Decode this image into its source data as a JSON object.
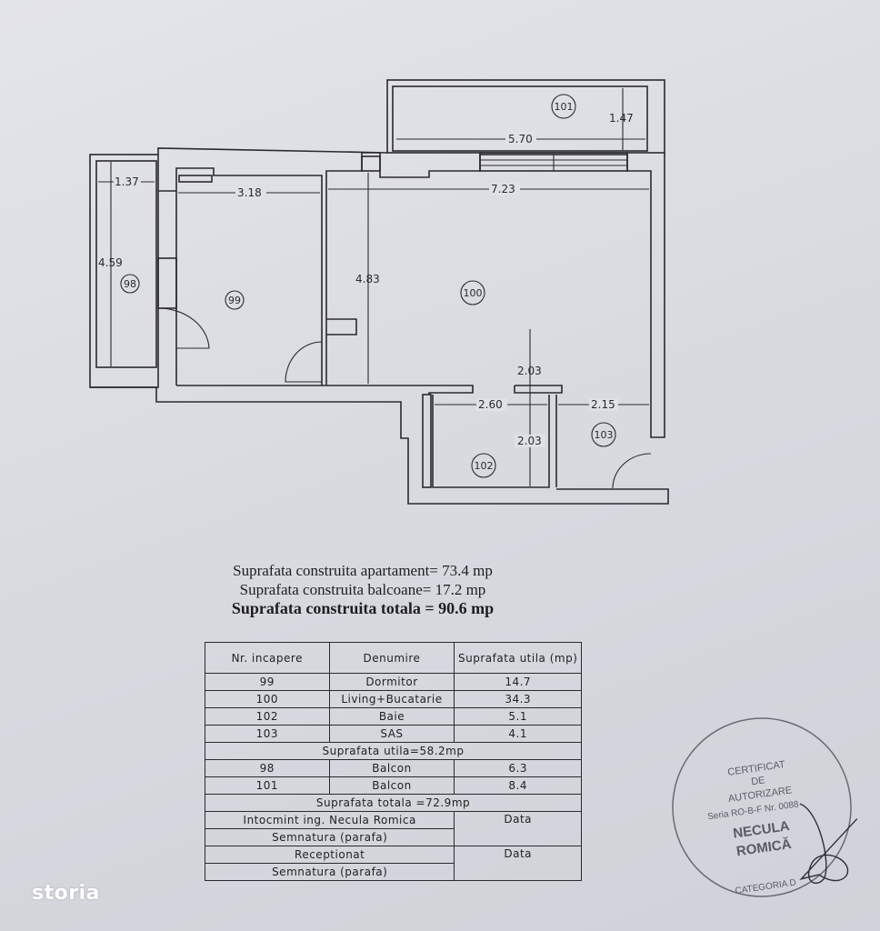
{
  "plan": {
    "rooms": {
      "r98": "98",
      "r99": "99",
      "r100": "100",
      "r101": "101",
      "r102": "102",
      "r103": "103"
    },
    "dimensions": {
      "balcony101_height": "1.47",
      "balcony101_width": "5.70",
      "balcony98_width": "1.37",
      "balcony98_height": "4.59",
      "room99_width": "3.18",
      "room100_width": "7.23",
      "room100_height": "4.83",
      "hall_height": "2.03",
      "bath_width": "2.60",
      "sas_width": "2.15",
      "bath_height": "2.03"
    }
  },
  "summary": {
    "apartment": "Suprafata construita apartament= 73.4 mp",
    "balconies": "Suprafata construita balcoane= 17.2 mp",
    "total": "Suprafata construita totala = 90.6 mp"
  },
  "table": {
    "headers": [
      "Nr. incapere",
      "Denumire",
      "Suprafata utila (mp)"
    ],
    "rooms": [
      [
        "99",
        "Dormitor",
        "14.7"
      ],
      [
        "100",
        "Living+Bucatarie",
        "34.3"
      ],
      [
        "102",
        "Baie",
        "5.1"
      ],
      [
        "103",
        "SAS",
        "4.1"
      ]
    ],
    "useful_total": "Suprafata utila=58.2mp",
    "balconies": [
      [
        "98",
        "Balcon",
        "6.3"
      ],
      [
        "101",
        "Balcon",
        "8.4"
      ]
    ],
    "grand_total": "Suprafata totala =72.9mp",
    "drafted_by": "Intocmint ing. Necula Romica",
    "date1": "Data",
    "signature1": "Semnatura (parafa)",
    "received": "Receptionat",
    "date2": "Data",
    "signature2": "Semnatura (parafa)"
  },
  "stamp": {
    "line1": "CERTIFICAT",
    "line2": "DE",
    "line3": "AUTORIZARE",
    "series": "Seria RO-B-F Nr. 0088",
    "name1": "NECULA",
    "name2": "ROMICĂ",
    "category": "CATEGORIA D",
    "color": "#5a5a66"
  },
  "logo": "storia"
}
